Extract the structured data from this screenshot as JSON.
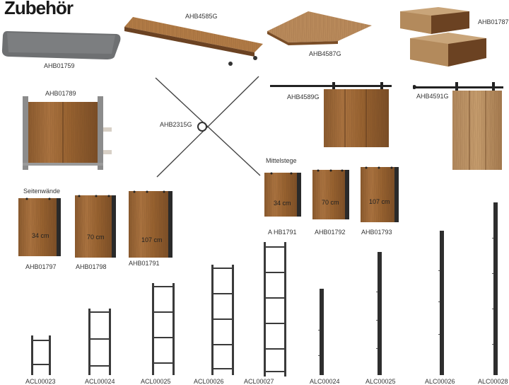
{
  "title": "Zubehör",
  "section_labels": {
    "seitenwaende": "Seitenwände",
    "mittelstege": "Mittelstege"
  },
  "products": {
    "cushion": "AHB01759",
    "shelf": "AHB4585G",
    "corner_shelf": "AHB4587G",
    "drawers": "AHB01787",
    "panel_frame": "AHB01789",
    "cross_brace": "AHB2315G",
    "sliding_door_1": "AHB4589G",
    "sliding_door_2": "AHB4591G",
    "side_34": "AHB01797",
    "side_70": "AHB01798",
    "side_107": "AHB01791",
    "mid_34": "A HB1791",
    "mid_70": "AHB01792",
    "mid_107": "AHB01793"
  },
  "sizes": {
    "s34": "34 cm",
    "s70": "70 cm",
    "s107": "107 cm"
  },
  "ladders": [
    "ACL00023",
    "ACL00024",
    "ACL00025",
    "ACL00026",
    "ACL00027"
  ],
  "posts": [
    "ALC00024",
    "ALC00025",
    "ALC00026",
    "ALC00028"
  ]
}
